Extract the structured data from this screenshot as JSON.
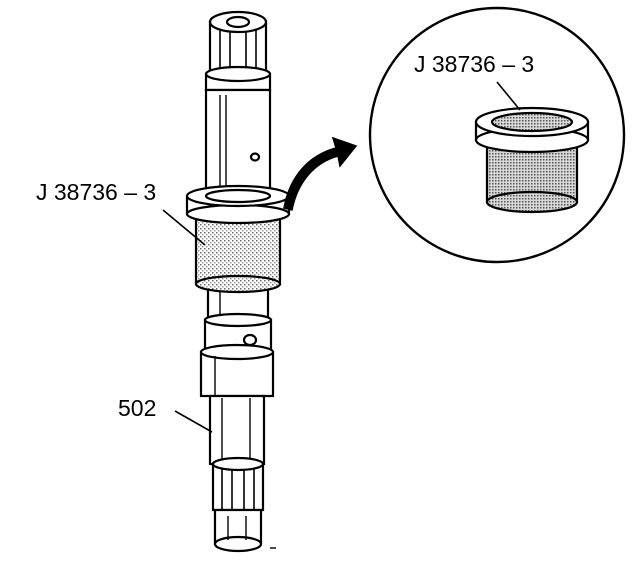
{
  "callouts": {
    "tool_on_shaft": "J 38736 – 3",
    "tool_in_detail": "J 38736 – 3",
    "shaft": "502"
  },
  "colors": {
    "line": "#000000",
    "stipple": "#7a7a7a",
    "background": "#ffffff"
  }
}
